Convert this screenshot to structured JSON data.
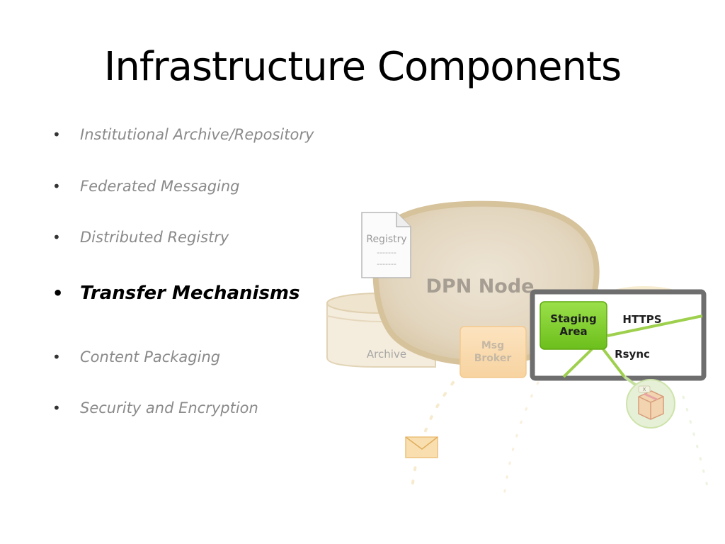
{
  "slide": {
    "title": "Infrastructure Components",
    "bullets": [
      {
        "dot": "•",
        "text": "Institutional Archive/Repository",
        "active": false
      },
      {
        "dot": "•",
        "text": "Federated Messaging",
        "active": false
      },
      {
        "dot": "•",
        "text": "Distributed Registry",
        "active": false
      },
      {
        "dot": "•",
        "text": "Transfer Mechanisms",
        "active": true
      },
      {
        "dot": "•",
        "text": "Content Packaging",
        "active": false
      },
      {
        "dot": "•",
        "text": "Security and Encryption",
        "active": false
      }
    ]
  },
  "diagram": {
    "node_label": "DPN Node",
    "registry": {
      "label": "Registry",
      "line1": "-------",
      "line2": "-------"
    },
    "archive_label": "Archive",
    "msg_broker": {
      "line1": "Msg",
      "line2": "Broker"
    },
    "staging_area": {
      "line1": "Staging",
      "line2": "Area"
    },
    "protocols": {
      "https": "HTTPS",
      "rsync": "Rsync"
    },
    "package_tag": "X"
  }
}
